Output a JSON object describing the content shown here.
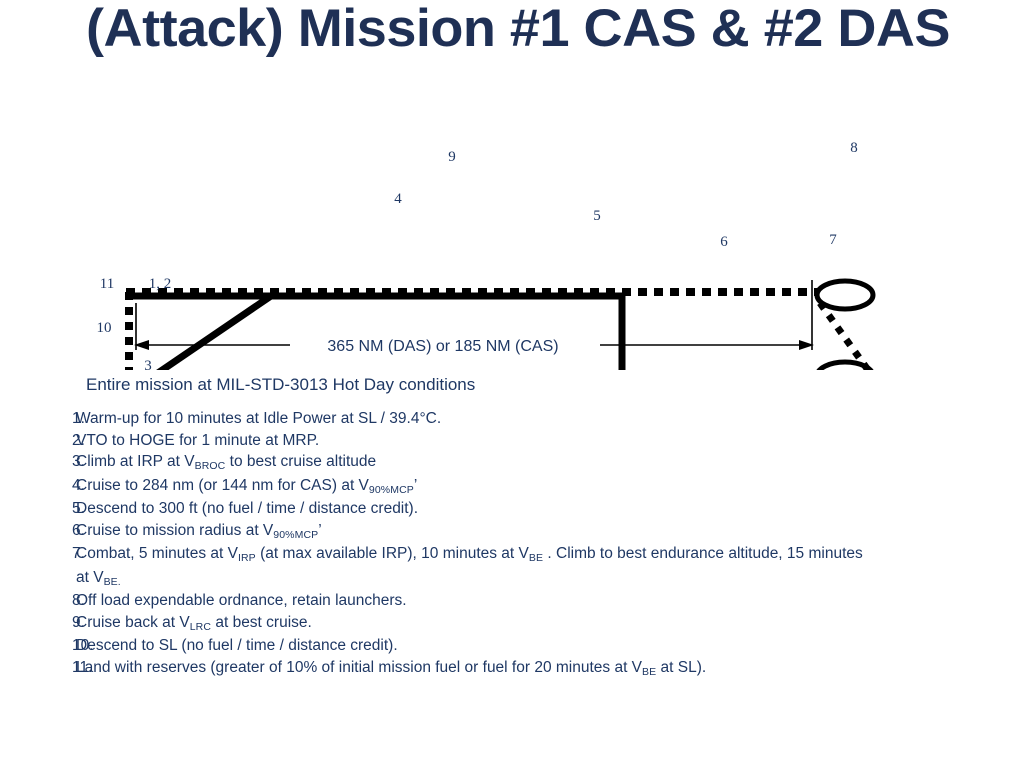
{
  "title": "(Attack) Mission #1 CAS & #2 DAS",
  "colors": {
    "title_navy": "#1F3055",
    "text_navy": "#1F3864",
    "profile_line": "#000000",
    "background": "#FFFFFF"
  },
  "diagram": {
    "name": "mission-profile-diagram",
    "segment_labels": [
      {
        "id": "10",
        "text": "10"
      },
      {
        "id": "3",
        "text": "3"
      },
      {
        "id": "11",
        "text": "11"
      },
      {
        "id": "1-2",
        "text": "1, 2"
      },
      {
        "id": "9",
        "text": "9"
      },
      {
        "id": "4",
        "text": "4"
      },
      {
        "id": "5",
        "text": "5"
      },
      {
        "id": "6",
        "text": "6"
      },
      {
        "id": "7",
        "text": "7"
      },
      {
        "id": "8",
        "text": "8"
      }
    ],
    "dimension": {
      "label": "365 NM (DAS) or 185 NM (CAS)"
    }
  },
  "notes": {
    "heading": "Entire mission at MIL-STD-3013 Hot Day conditions",
    "steps": [
      {
        "num": "1.",
        "html": "Warm-up for 10 minutes at Idle Power at SL / 39.4°C.",
        "plain": "Warm-up for 10 minutes at Idle Power at SL / 39.4°C."
      },
      {
        "num": "2.",
        "html": "VTO to HOGE for 1 minute at MRP.",
        "plain": "VTO to HOGE for 1 minute at MRP."
      },
      {
        "num": "3.",
        "html": "Climb at IRP at V<sub>BROC</sub> to best cruise altitude",
        "plain": "Climb at IRP at VBROC to best cruise altitude"
      },
      {
        "num": "4.",
        "html": "Cruise to 284 nm (or 144 nm for CAS) at V<sub>90%MCP</sub>’",
        "plain": "Cruise to 284 nm (or 144 nm for CAS) at V90%MCP’"
      },
      {
        "num": "5.",
        "html": "Descend to 300 ft (no fuel / time / distance credit).",
        "plain": "Descend to 300 ft (no fuel / time / distance credit)."
      },
      {
        "num": "6.",
        "html": "Cruise to mission radius at V<sub>90%MCP</sub>’",
        "plain": "Cruise to mission radius at V90%MCP’"
      },
      {
        "num": "7.",
        "html": "Combat, 5 minutes at V<sub>IRP</sub> (at max available IRP), 10 minutes at V<sub>BE</sub> . Climb to best endurance altitude, 15 minutes at V<sub>BE.</sub>",
        "plain": "Combat, 5 minutes at VIRP (at max available IRP), 10 minutes at VBE . Climb to best endurance altitude, 15 minutes at VBE."
      },
      {
        "num": "8.",
        "html": "Off load expendable ordnance, retain launchers.",
        "plain": "Off load expendable ordnance, retain launchers."
      },
      {
        "num": "9.",
        "html": "Cruise back at V<sub>LRC</sub> at best cruise.",
        "plain": "Cruise back at VLRC at best cruise."
      },
      {
        "num": "10.",
        "html": "Descend to SL (no fuel / time / distance credit).",
        "plain": "Descend to SL (no fuel / time / distance credit)."
      },
      {
        "num": "11.",
        "html": "Land with reserves (greater of 10% of initial mission fuel or fuel for 20 minutes at V<sub>BE</sub> at SL).",
        "plain": "Land with reserves (greater of 10% of initial mission fuel or fuel for 20 minutes at VBE at SL)."
      }
    ]
  }
}
